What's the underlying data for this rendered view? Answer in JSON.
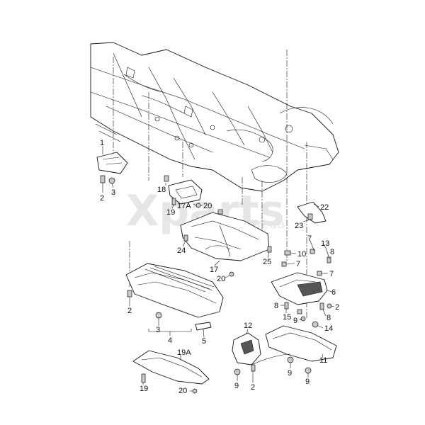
{
  "watermark": {
    "main": "Xparts",
    "sub": ".com.ua"
  },
  "labels": {
    "l1": "1",
    "l2a": "2",
    "l3a": "3",
    "l18": "18",
    "l19a": "19",
    "l17A": "17A",
    "l20a": "20",
    "l22": "22",
    "l23": "23",
    "l24": "24",
    "l17": "17",
    "l20b": "20",
    "l25": "25",
    "l10": "10",
    "l7a": "7",
    "l7b": "7",
    "l7c": "7",
    "l13": "13",
    "l8a": "8",
    "l6": "6",
    "l8b": "8",
    "l15": "15",
    "l2b": "2",
    "l8c": "8",
    "l9a": "9",
    "l14": "14",
    "l2c": "2",
    "l3b": "3",
    "l4": "4",
    "l5": "5",
    "l12": "12",
    "l11": "11",
    "l19A": "19A",
    "l19b": "19",
    "l20c": "20",
    "l9b": "9",
    "l2d": "2",
    "l9c": "9",
    "l9d": "9"
  }
}
